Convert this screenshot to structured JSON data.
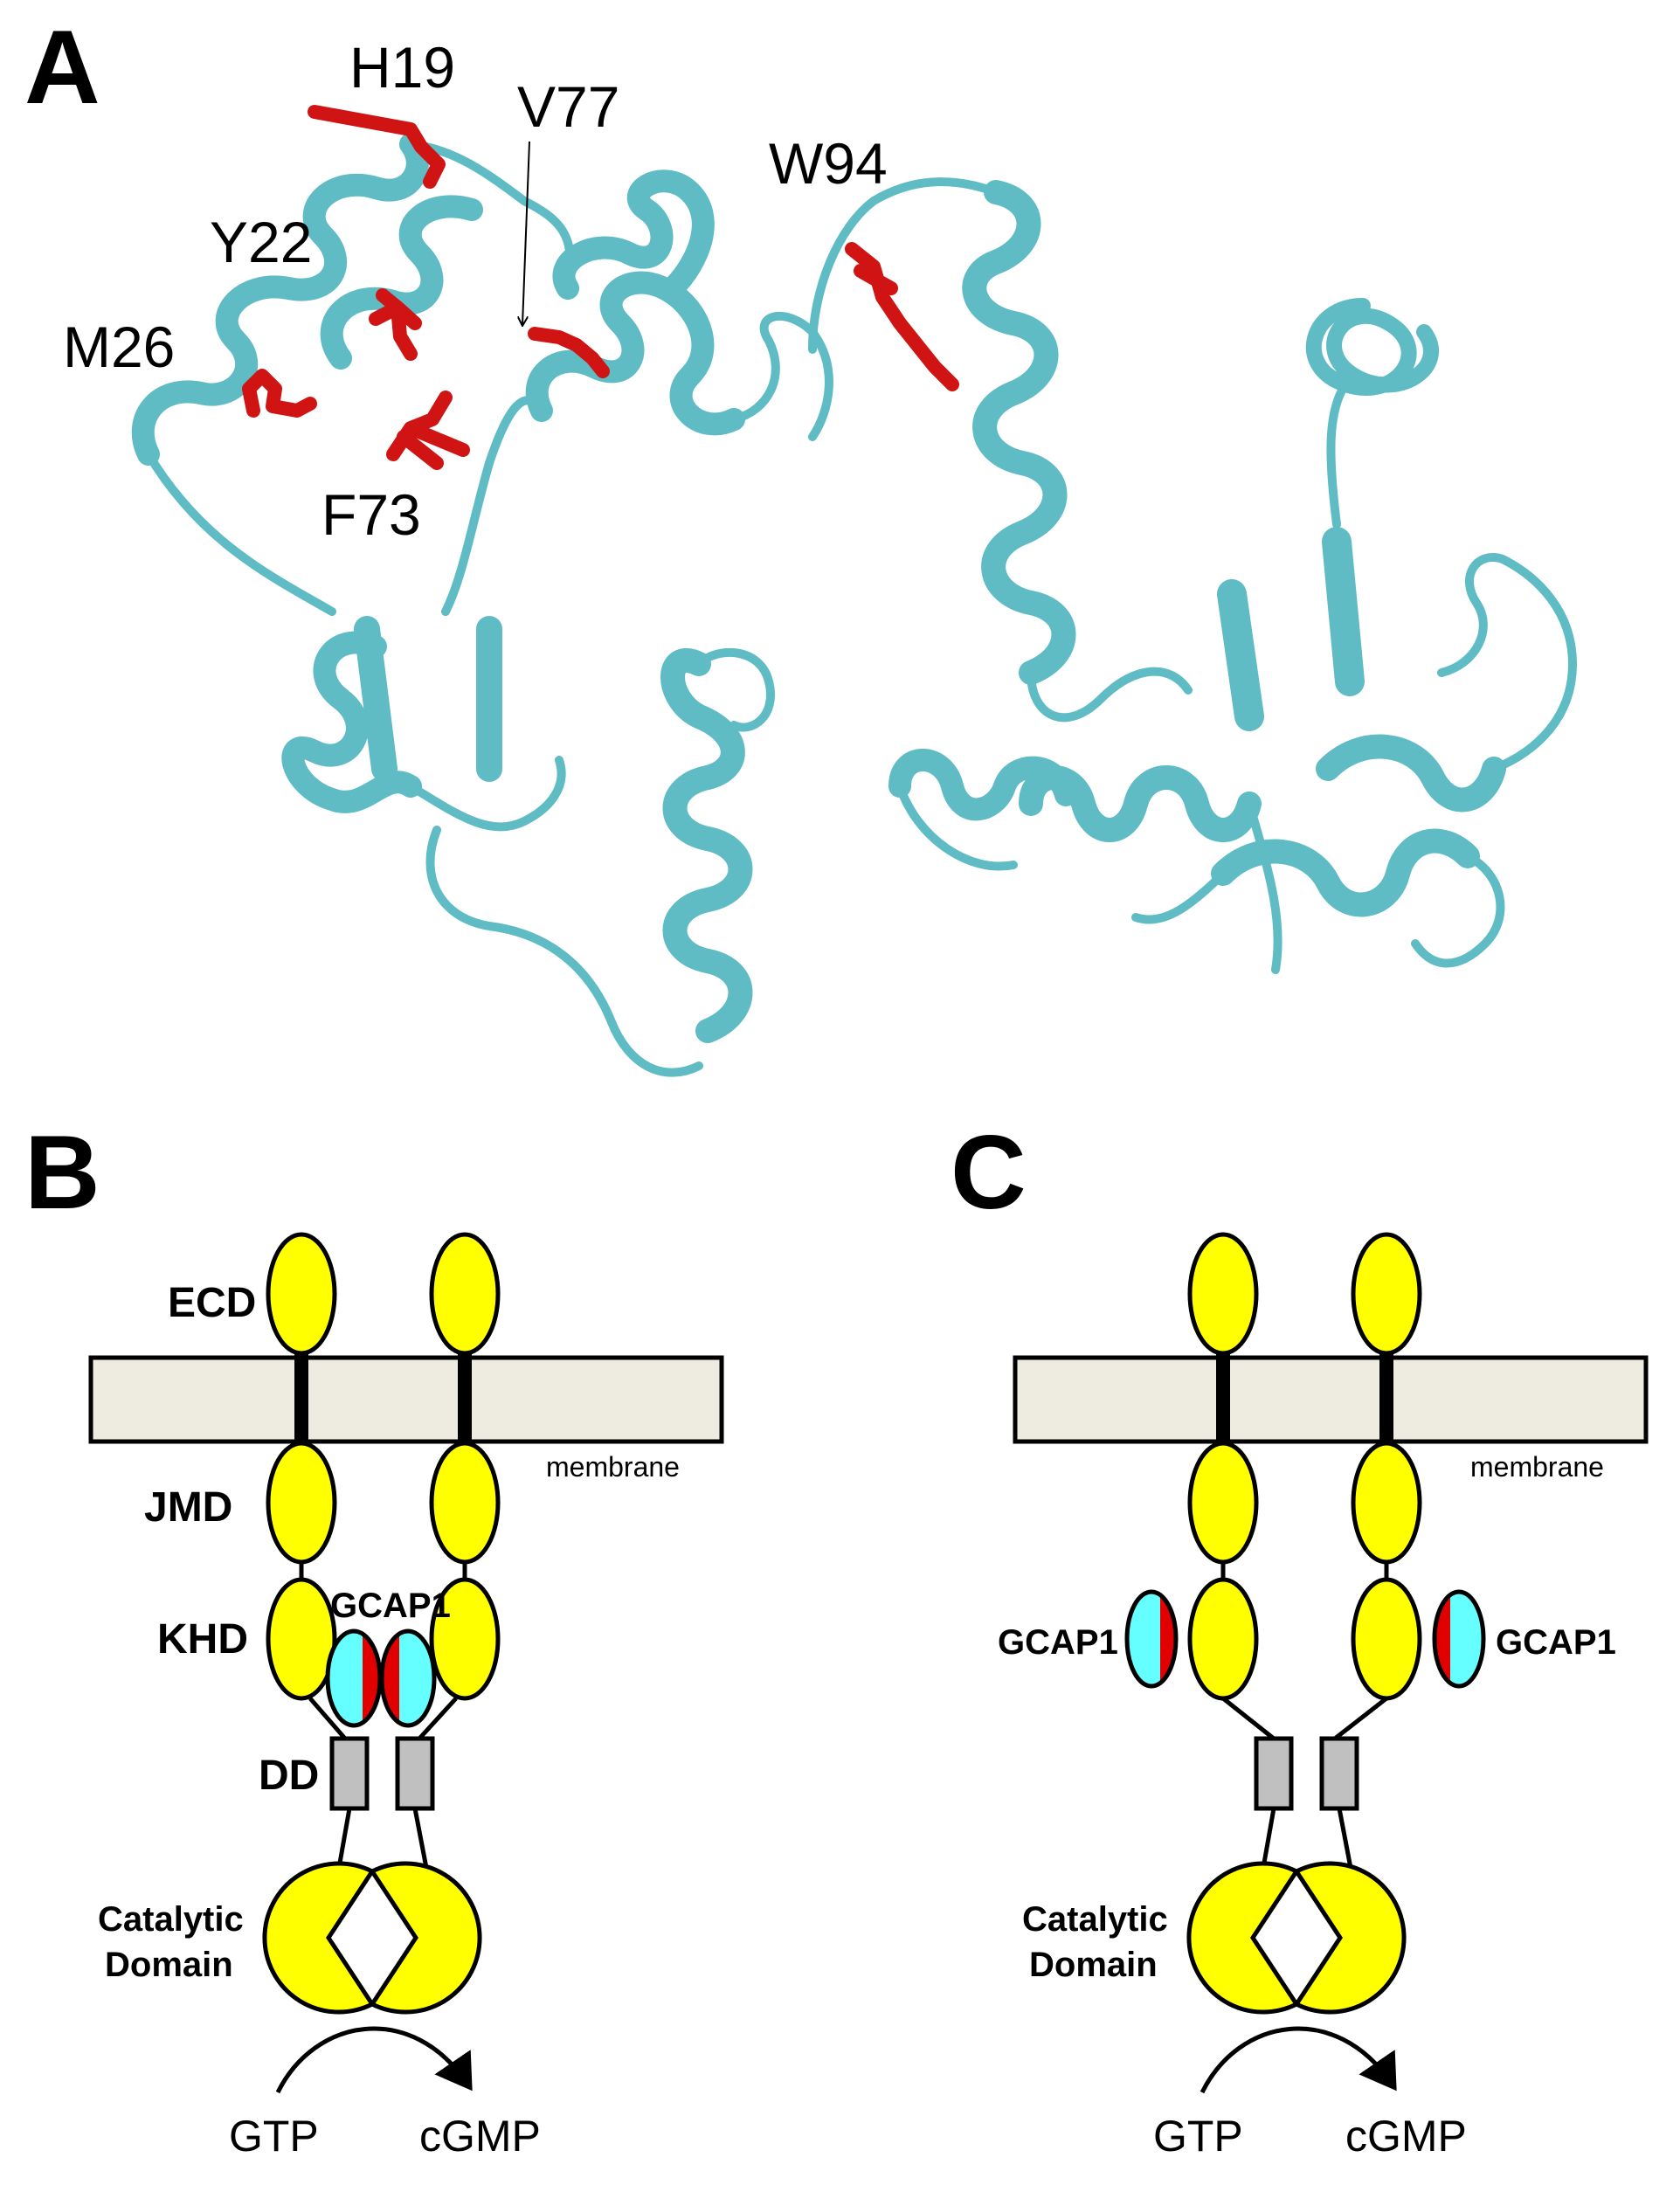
{
  "panels": {
    "a": "A",
    "b": "B",
    "c": "C"
  },
  "panel_a": {
    "residues": [
      "H19",
      "V77",
      "W94",
      "Y22",
      "M26",
      "F73"
    ]
  },
  "panel_b": {
    "domains": {
      "ecd": "ECD",
      "jmd": "JMD",
      "khd": "KHD",
      "gcap1": "GCAP1",
      "dd": "DD",
      "catalytic_line1": "Catalytic",
      "catalytic_line2": "Domain"
    },
    "membrane": "membrane",
    "substrate": "GTP",
    "product": "cGMP"
  },
  "panel_c": {
    "domains": {
      "gcap1_left": "GCAP1",
      "gcap1_right": "GCAP1",
      "catalytic_line1": "Catalytic",
      "catalytic_line2": "Domain"
    },
    "membrane": "membrane",
    "substrate": "GTP",
    "product": "cGMP"
  },
  "colors": {
    "ribbon": "#5fbcc4",
    "residue": "#d01414",
    "domain": "#ffff00",
    "gcap": "#66ffff",
    "dimerization": "#c0c0c0",
    "membrane": "#eeebe1"
  }
}
